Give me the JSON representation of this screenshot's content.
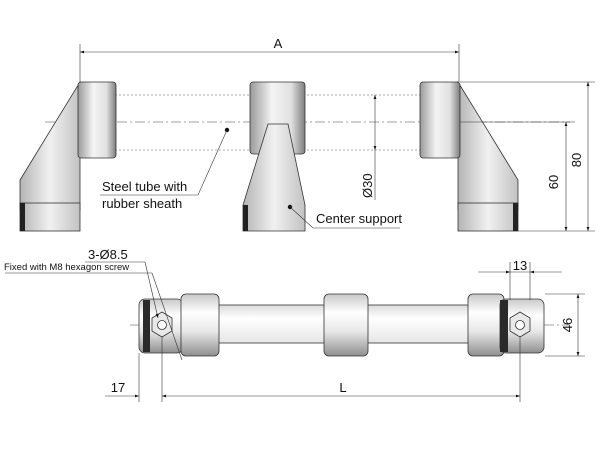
{
  "dimensions": {
    "overall_length": "A",
    "tube_diameter": "Ø30",
    "height_60": "60",
    "height_80": "80",
    "hole_spec": "3-Ø8.5",
    "end_offset": "17",
    "base_length": "L",
    "foot_width": "13",
    "foot_depth": "46"
  },
  "labels": {
    "tube_line1": "Steel tube with",
    "tube_line2": "rubber sheath",
    "center_support": "Center support",
    "fixing_note": "Fixed with M8 hexagon screw"
  }
}
